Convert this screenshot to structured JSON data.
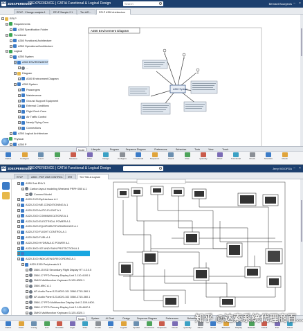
{
  "top": {
    "window": {
      "logo": "3D",
      "app_name": "3DEXPERIENCE",
      "brand": "3DEXPERIENCE | CATIA Functional & Logical Design",
      "search_placeholder": "Search",
      "user": "Bernard Bourgeois"
    },
    "tabs": [
      {
        "label": "RFLP : Change analysis.1"
      },
      {
        "label": "RFLP Sample 2.1"
      },
      {
        "label": "Tier A/D..."
      },
      {
        "label": "RFLP  A350 Architecture"
      }
    ],
    "tree": [
      {
        "label": "RFLP",
        "icon": "folder"
      },
      {
        "label": "Requirements",
        "icon": "green"
      },
      {
        "label": "A350 Specification Folder",
        "icon": "blue"
      },
      {
        "label": "Functional",
        "icon": "green"
      },
      {
        "label": "A350 Functional Architecture",
        "icon": "blue"
      },
      {
        "label": "A350 Operational Architecture",
        "icon": "blue"
      },
      {
        "label": "Logical",
        "icon": "green"
      },
      {
        "label": "A350 System",
        "icon": "blue"
      },
      {
        "label": "A350 ENVIRONMENT",
        "icon": "blue"
      },
      {
        "label": "...",
        "icon": "gray"
      },
      {
        "label": "Diagram",
        "icon": "folder"
      },
      {
        "label": "A350 Environment Diagram",
        "icon": "blue"
      },
      {
        "label": "A350 System",
        "icon": "blue"
      },
      {
        "label": "Passengers",
        "icon": "blue"
      },
      {
        "label": "Maintenance",
        "icon": "blue"
      },
      {
        "label": "Ground Support Equipment",
        "icon": "blue"
      },
      {
        "label": "External Conditions",
        "icon": "blue"
      },
      {
        "label": "Flight Deck Crew",
        "icon": "blue"
      },
      {
        "label": "Air Traffic Control",
        "icon": "blue"
      },
      {
        "label": "Nearly Flying Crew",
        "icon": "blue"
      },
      {
        "label": "Connections",
        "icon": "blue"
      },
      {
        "label": "A350 Logical Architecture",
        "icon": "blue"
      },
      {
        "label": "Physical",
        "icon": "green"
      },
      {
        "label": "A350 P",
        "icon": "blue"
      }
    ],
    "diagram": {
      "title": "A350 Environment Diagram",
      "center": "A350 System"
    },
    "bottom_tabs": [
      "Model",
      "Lifecycle",
      "Program",
      "Sequence Diagram",
      "Preferences",
      "Behaviors",
      "Tools",
      "View",
      "Touch"
    ],
    "tools": [
      "Define",
      "Configure",
      "Insert",
      "Link",
      "Measure",
      "Filter",
      "Design",
      "Configure",
      "Functional",
      "Sequence",
      "Check",
      "View",
      "Quantity",
      "RFLP",
      "Functional",
      "Check",
      "Structure",
      "Check"
    ]
  },
  "bottom": {
    "window": {
      "logo": "3D",
      "app_name": "3DEXPERIENCE",
      "brand": "3DEXPERIENCE | CATIA Functional & Logical Design",
      "user": "Jerry W3 DFDA"
    },
    "tabs": [
      {
        "label": "RFLP"
      },
      {
        "label": "A350 - PDF LSM CONTROL"
      },
      {
        "label": "IRR"
      },
      {
        "label": "Tier Title-A Logical"
      }
    ],
    "tree": [
      {
        "label": "A350 Sub ENV.1",
        "icon": "blue"
      },
      {
        "label": "Carbon layout modeling Weekend PRPH 050 A.1",
        "icon": "gray"
      },
      {
        "label": "Connect Model",
        "icon": "gray"
      },
      {
        "label": "A320-2100 Eq/Interface A.1",
        "icon": "blue"
      },
      {
        "label": "A320-2100 ME-CONDITIONING A.1",
        "icon": "blue"
      },
      {
        "label": "A320-2200 AUTO-FLIGHT A.1",
        "icon": "blue"
      },
      {
        "label": "A320-2300 COMMUNICATIONS A.1",
        "icon": "blue"
      },
      {
        "label": "A320-2400 ELECTRICAL POWER A.1",
        "icon": "blue"
      },
      {
        "label": "A320-2500 EQUIPMENT/FURNISHINGS A.1",
        "icon": "blue"
      },
      {
        "label": "A320-2700 FLIGHT CONTROL A.1",
        "icon": "blue"
      },
      {
        "label": "A320-2800 FUEL A.1",
        "icon": "blue"
      },
      {
        "label": "A320-2900 HYDRAULIC POWER A.1",
        "icon": "blue"
      },
      {
        "label": "A320-3000 ICE AND RAIN PROTECTION A.1",
        "icon": "blue"
      },
      {
        "label": "",
        "icon": "blue"
      },
      {
        "label": "A320-3100 INDICATING/RECORDING A.1",
        "icon": "blue"
      },
      {
        "label": "A320-3150 Peripherals A.1",
        "icon": "blue"
      },
      {
        "label": "3560-15 ISD Secondary Flight Display HT 4.3.0.5",
        "icon": "gray"
      },
      {
        "label": "3560-17 PFD Primary Display Unit 2-110-4100.1",
        "icon": "gray"
      },
      {
        "label": "3MK0 Multifunction Keyboard 3-125-8320.1",
        "icon": "gray"
      },
      {
        "label": "3560-MKC A.1",
        "icon": "gray"
      },
      {
        "label": "AF-Audio Panel 123-8020-101 3560-3715-360.1",
        "icon": "gray"
      },
      {
        "label": "AF-Audio Panel 123-8020-102 3560-3715-360.1",
        "icon": "gray"
      },
      {
        "label": "3560-17 PFD Multifunction Display Unit 2-109-4400.1",
        "icon": "gray"
      },
      {
        "label": "3560-17 PFD Primary Display Unit 2-109-4400.1",
        "icon": "gray"
      },
      {
        "label": "3MK0 Multifunction Keyboard 3-125-8320.1",
        "icon": "gray"
      },
      {
        "label": "3560-11 DU Multifunction Display",
        "icon": "gray"
      }
    ],
    "bottom_tabs": [
      "Model",
      "System",
      "AI Chart",
      "Design",
      "Sequence Diagram",
      "Preferences",
      "Behaviors",
      "Tools",
      "View",
      "Touch"
    ],
    "tools": [
      "Define",
      "Insert",
      "Config",
      "Link",
      "Simulate",
      "Logic",
      "Filter",
      "Create",
      "Add",
      "Logical",
      "Spatial",
      "Functional",
      "Sequence",
      "Check",
      "Quantity",
      "RFLP",
      "Struct",
      "Behavior",
      "Display",
      "Network",
      "Check",
      "Port",
      "Select"
    ]
  },
  "watermark": "知乎 @达索系统代理商百..."
}
